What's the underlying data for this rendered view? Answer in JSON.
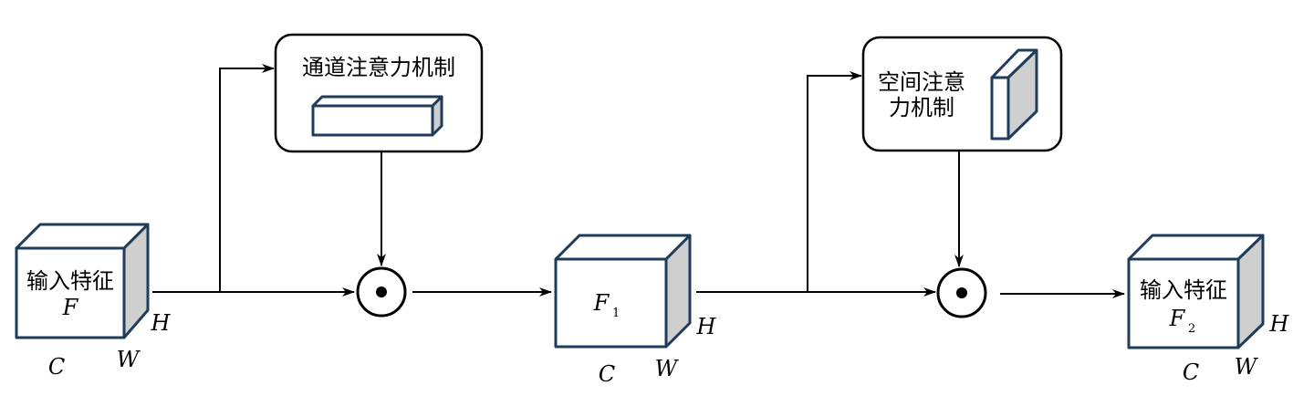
{
  "diagram": {
    "title": "",
    "colors": {
      "cube_edge": "#1f3d5a",
      "cube_side": "#cfcfcf",
      "line": "#000000"
    },
    "input_cube": {
      "label": "输入特征",
      "symbol": "F",
      "subscript": "",
      "dims": {
        "c": "C",
        "w": "W",
        "h": "H"
      }
    },
    "channel_attention": {
      "label": "通道注意力机制"
    },
    "multiply_1": {
      "symbol": "⊙"
    },
    "mid_cube": {
      "label": "",
      "symbol": "F",
      "subscript": "1",
      "dims": {
        "c": "C",
        "w": "W",
        "h": "H"
      }
    },
    "spatial_attention": {
      "label_line1": "空间注意",
      "label_line2": "力机制"
    },
    "multiply_2": {
      "symbol": "⊙"
    },
    "output_cube": {
      "label": "输入特征",
      "symbol": "F",
      "subscript": "2",
      "dims": {
        "c": "C",
        "w": "W",
        "h": "H"
      }
    }
  }
}
